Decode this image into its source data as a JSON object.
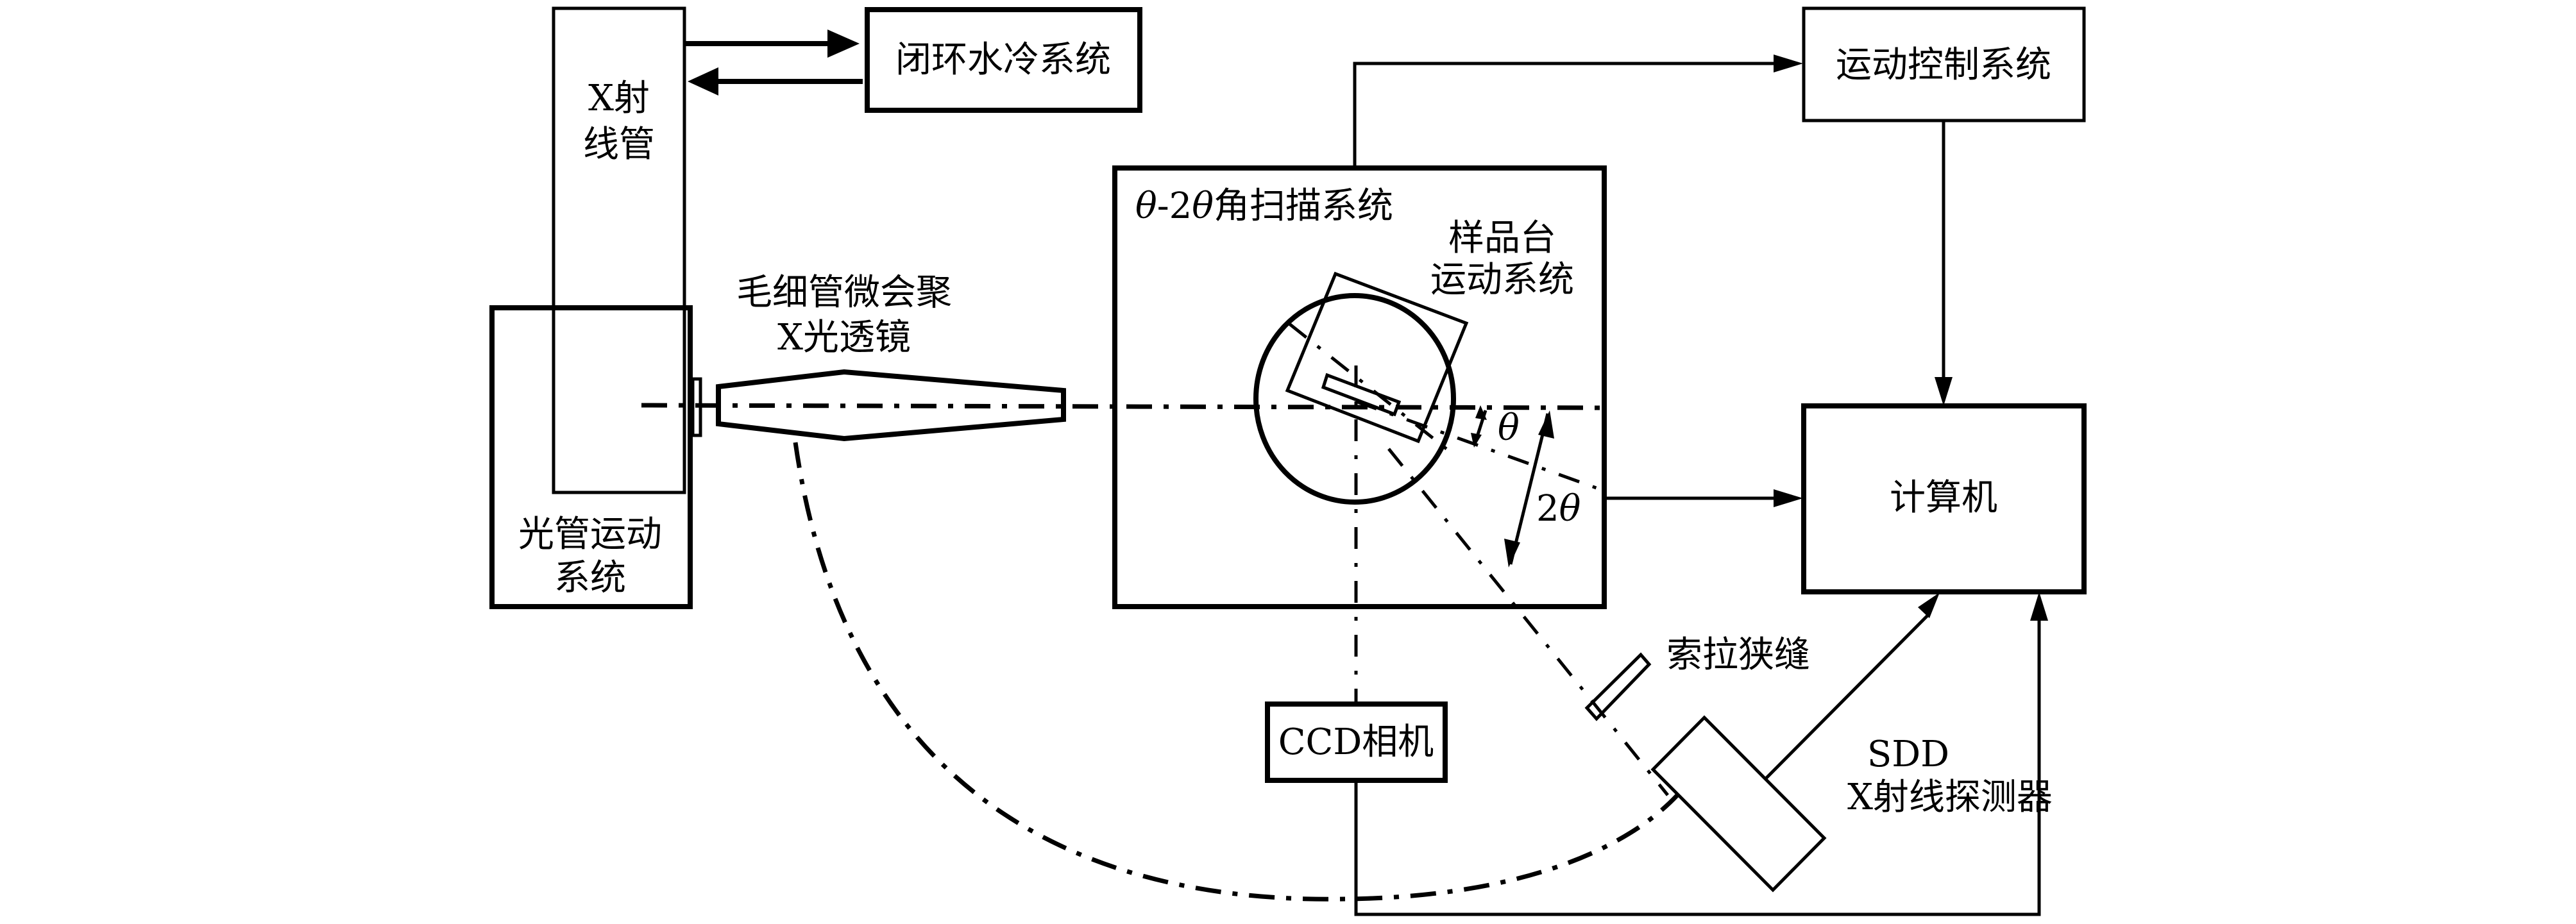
{
  "diagram": {
    "title": "X-ray micro-focus diffraction system schematic",
    "nodes": {
      "xray_tube": {
        "line1": "X射",
        "line2": "线管"
      },
      "water_cooling": {
        "label": "闭环水冷系统"
      },
      "tube_motion": {
        "line1": "光管运动",
        "line2": "系统"
      },
      "lens": {
        "line1": "毛细管微会聚",
        "line2": "X光透镜"
      },
      "scan_system": {
        "prefix_theta": "θ",
        "prefix_dash": "-2",
        "prefix_theta2": "θ",
        "label": "角扫描系统"
      },
      "sample_stage": {
        "line1": "样品台",
        "line2": "运动系统"
      },
      "motion_control": {
        "label": "运动控制系统"
      },
      "computer": {
        "label": "计算机"
      },
      "ccd": {
        "label": "CCD相机"
      },
      "soller_slit": {
        "label": "索拉狭缝"
      },
      "sdd": {
        "line1": "SDD",
        "line2": "X射线探测器"
      }
    },
    "angles": {
      "theta": "θ",
      "two_theta_num": "2",
      "two_theta_sym": "θ"
    },
    "edges": [
      {
        "from": "xray_tube",
        "to": "water_cooling"
      },
      {
        "from": "water_cooling",
        "to": "xray_tube"
      },
      {
        "from": "scan_system",
        "to": "motion_control"
      },
      {
        "from": "motion_control",
        "to": "computer"
      },
      {
        "from": "scan_system",
        "to": "computer"
      },
      {
        "from": "sdd",
        "to": "computer"
      },
      {
        "from": "ccd",
        "to": "computer"
      }
    ]
  }
}
